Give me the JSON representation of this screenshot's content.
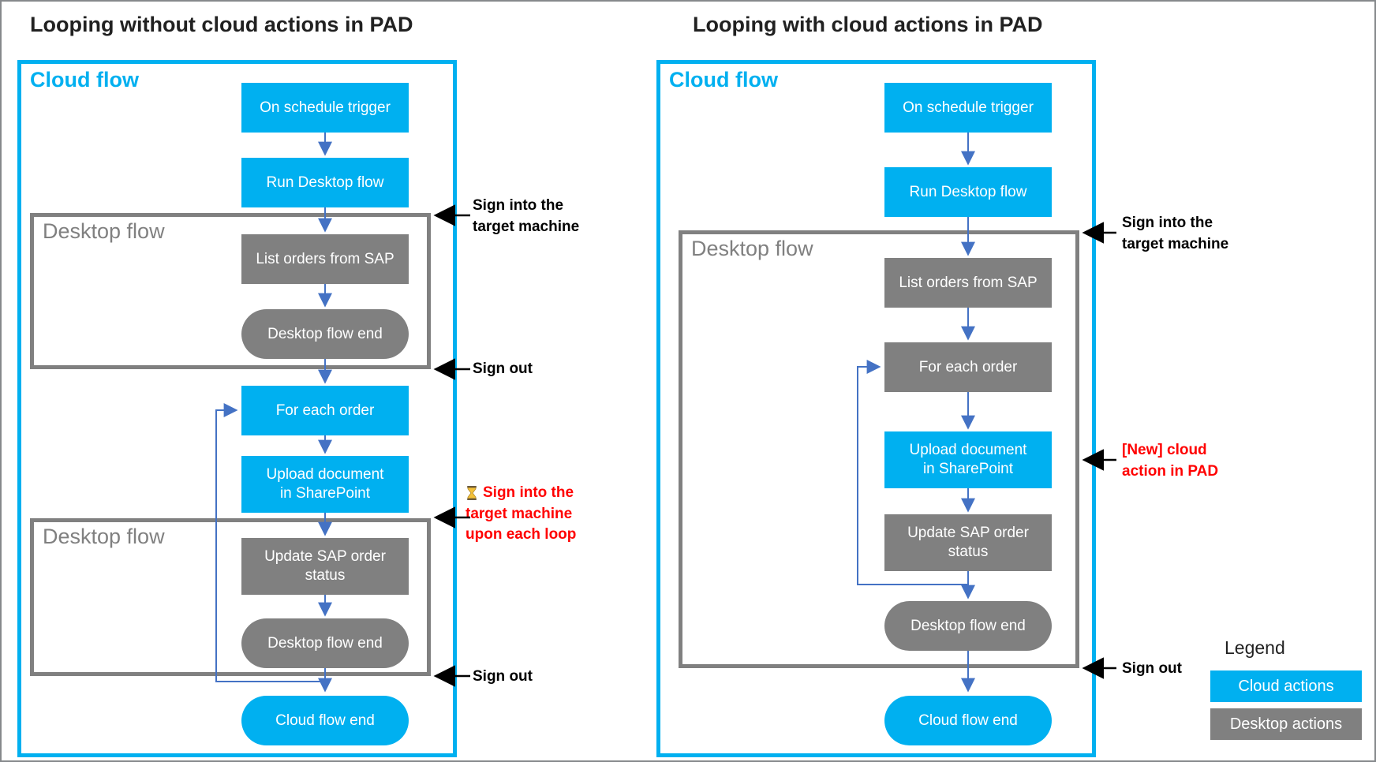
{
  "colors": {
    "cloud_action": "#00b0f0",
    "desktop_action": "#808080",
    "flow_arrow_blue": "#4472c4",
    "annotation_arrow_black": "#000000",
    "warning_red": "#ff0000"
  },
  "left_diagram": {
    "title": "Looping without cloud actions in PAD",
    "cloud_flow_label": "Cloud flow",
    "desktop_flow_label_1": "Desktop flow",
    "desktop_flow_label_2": "Desktop flow",
    "nodes": {
      "trigger": "On schedule trigger",
      "run_desktop_flow": "Run Desktop flow",
      "list_orders": "List orders from SAP",
      "desktop_flow_end_1": "Desktop flow end",
      "for_each_order": "For each order",
      "upload_document_lines": [
        "Upload document",
        "in SharePoint"
      ],
      "update_sap_status_lines": [
        "Update SAP order",
        "status"
      ],
      "desktop_flow_end_2": "Desktop flow end",
      "cloud_flow_end": "Cloud flow end"
    },
    "annotations": {
      "sign_in_top_lines": [
        "Sign into the",
        "target machine"
      ],
      "sign_out_top": "Sign out",
      "hourglass_icon": "⏳",
      "sign_in_loop_lines": [
        "Sign into the",
        "target machine",
        "upon each loop"
      ],
      "sign_out_bottom": "Sign out"
    }
  },
  "right_diagram": {
    "title": "Looping with cloud actions in PAD",
    "cloud_flow_label": "Cloud flow",
    "desktop_flow_label": "Desktop flow",
    "nodes": {
      "trigger": "On schedule trigger",
      "run_desktop_flow": "Run Desktop flow",
      "list_orders": "List orders from SAP",
      "for_each_order": "For each order",
      "upload_document_lines": [
        "Upload document",
        "in SharePoint"
      ],
      "update_sap_status_lines": [
        "Update SAP order",
        "status"
      ],
      "desktop_flow_end": "Desktop flow end",
      "cloud_flow_end": "Cloud flow end"
    },
    "annotations": {
      "sign_in_lines": [
        "Sign into the",
        "target machine"
      ],
      "new_cloud_action_lines": [
        "[New] cloud",
        "action in PAD"
      ],
      "sign_out": "Sign out"
    }
  },
  "legend": {
    "title": "Legend",
    "items": [
      {
        "label": "Cloud actions",
        "color": "#00b0f0"
      },
      {
        "label": "Desktop actions",
        "color": "#808080"
      }
    ]
  }
}
